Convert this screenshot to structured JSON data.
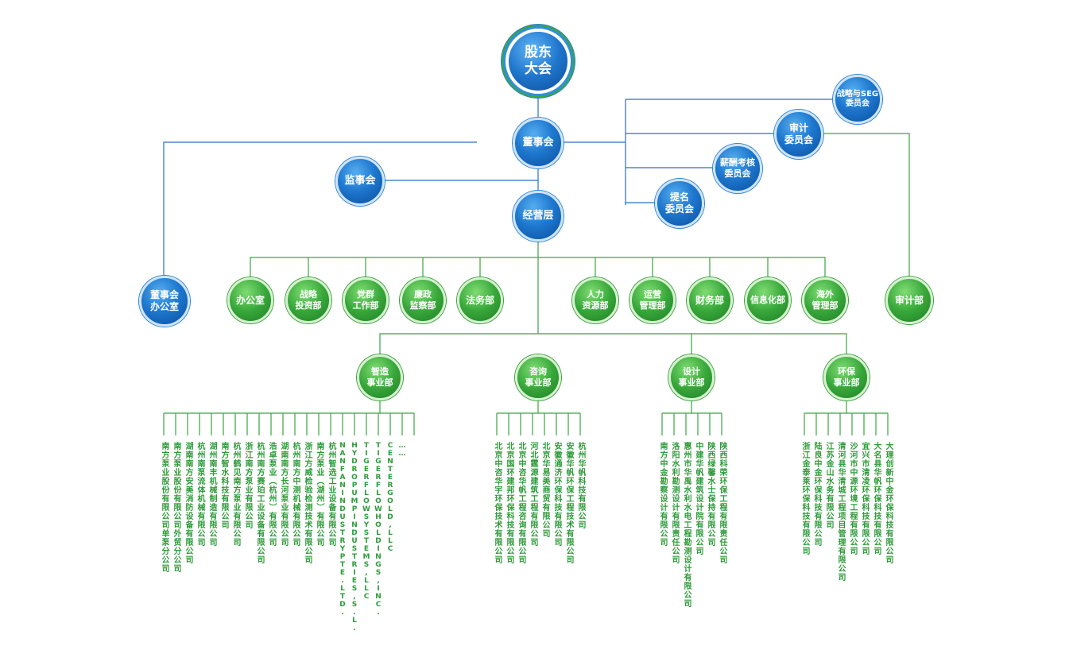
{
  "colors": {
    "blue": "#1f6fc8",
    "green": "#2e9b3a",
    "line_blue": "#2a6fc4",
    "line_green": "#3aa540"
  },
  "top": {
    "label": "股东\n大会"
  },
  "board": {
    "label": "董事会"
  },
  "supervisory": {
    "label": "监事会"
  },
  "management": {
    "label": "经营层"
  },
  "committees": [
    {
      "label": "战略与SEG\n委员会"
    },
    {
      "label": "审计\n委员会"
    },
    {
      "label": "薪酬考核\n委员会"
    },
    {
      "label": "提名\n委员会"
    }
  ],
  "board_office": {
    "label": "董事会\n办公室"
  },
  "audit_dept": {
    "label": "审计部"
  },
  "departments": [
    {
      "label": "办公室"
    },
    {
      "label": "战略\n投资部"
    },
    {
      "label": "党群\n工作部"
    },
    {
      "label": "廉政\n监察部"
    },
    {
      "label": "法务部"
    },
    {
      "label": "人力\n资源部"
    },
    {
      "label": "运营\n管理部"
    },
    {
      "label": "财务部"
    },
    {
      "label": "信息化部"
    },
    {
      "label": "海外\n管理部"
    }
  ],
  "divisions": [
    {
      "label": "智造\n事业部",
      "companies": [
        "南方泵业股份有限公司单泵分公司",
        "南方泵业股份有限公司外贸分公司",
        "湖南南方安美消防设备有限公司",
        "杭州南泵流体机械有限公司",
        "湖州南丰机械制造有限公司",
        "南方智水科技有限公司",
        "杭州鹤见南方泵业有限公司",
        "浙江南方泵业有限公司",
        "杭州南方赛珀工业设备有限公司",
        "浩卓泵业（杭州）有限公司",
        "湖南南方长河泵业有限公司",
        "杭州南方中测机械有限公司",
        "浙江方威检验检测技术有限公司",
        "南方泵业（湖州）有限公司",
        "杭州智选工业设备有限公司",
        "NANFANINDUSTRYPTE.LTD.",
        "HYDROPUMPINDUSTRIES,S.L.",
        "TIGERFLOWSYSTEMS,LLC",
        "TIGERFLOWHOLDINGS,INC.",
        "CENTERGOLD,LLC",
        "……"
      ]
    },
    {
      "label": "咨询\n事业部",
      "companies": [
        "北京中咨华宇环保技术有限公司",
        "北京国环建邦环保科技有限公司",
        "北京中咨华帆工程咨询有限公司",
        "河北霆源建筑工程有限公司",
        "北京华易美商贸有限公司",
        "安徽通济环保科技有限公司",
        "安徽华帆环保工程技术有限公司",
        "杭州华帆科技有限公司"
      ]
    },
    {
      "label": "设计\n事业部",
      "companies": [
        "南方中金勘察设计有限公司",
        "洛阳水利勘测设计有限责任公司",
        "惠州市华禹水利水电工程勘测设计有限公司",
        "中建华帆建筑设计院有限公司",
        "陕西绿馨水士保持有限公司",
        "陕西科荣环保工程有限责任公司"
      ]
    },
    {
      "label": "环保\n事业部",
      "companies": [
        "浙江金泰莱环保科技有限公司",
        "陆良中金环保科技有限公司",
        "江苏金山水务有限公司",
        "清河县华清城工程项目管理有限公司",
        "沙河市中源环境工程有限公司",
        "宜兴市清凌环保科技有限公司",
        "大名县华帆环保科技有限公司",
        "大理创新中金环保科技有限公司"
      ]
    }
  ]
}
